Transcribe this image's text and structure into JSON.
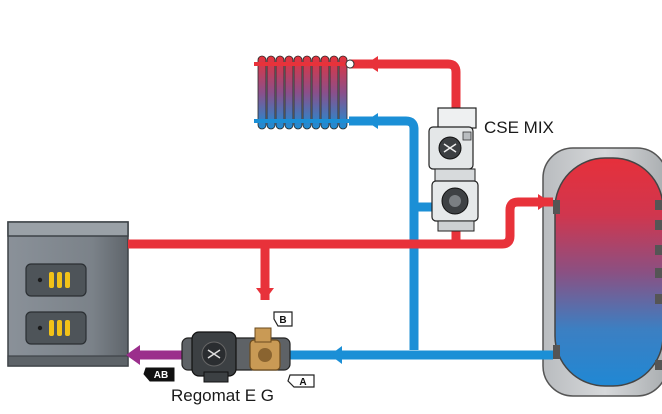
{
  "labels": {
    "cse_mix": "CSE MIX",
    "regomat": "Regomat E G"
  },
  "ports": {
    "a": "A",
    "b": "B",
    "ab": "AB"
  },
  "colors": {
    "supply_hot": "#e8323a",
    "return_cold": "#1b8fd6",
    "mixed_outlet": "#9b2f8c",
    "tank_shell": "#c9ccce",
    "boiler_body": "#808890",
    "boiler_panel": "#4e5459",
    "indicator_led": "#f2c218",
    "pump_body": "#e8ebec",
    "valve_brass": "#c99a55"
  },
  "icons": {
    "radiator": "radiator-icon",
    "boiler": "boiler-icon",
    "buffer_tank": "buffer-tank-icon",
    "cse_mix_group": "pump-mixing-group-icon",
    "regomat": "regomat-pump-group-icon",
    "flow_arrow": "flow-arrow-icon"
  }
}
